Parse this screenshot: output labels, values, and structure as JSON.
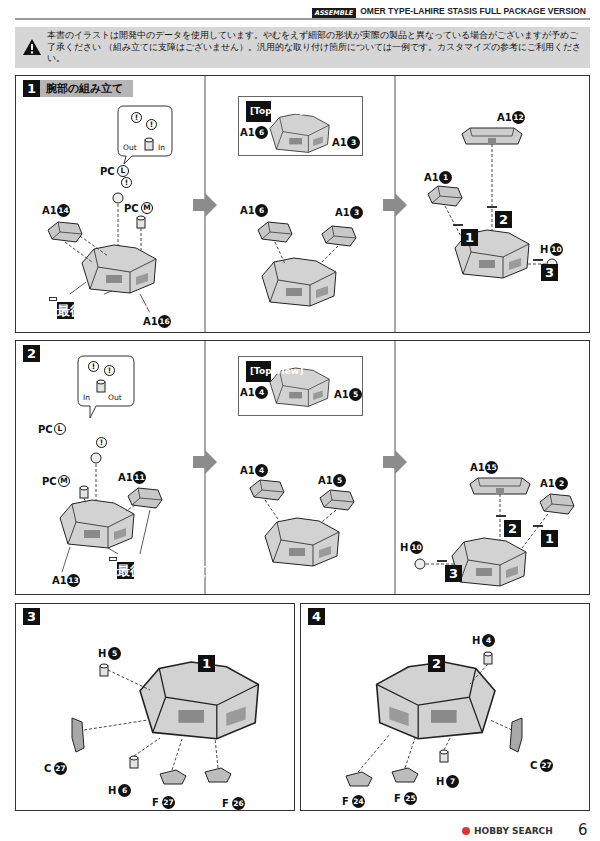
{
  "diagram": {
    "title": "OMER TYPE-LAHIRE STASIS FULL PACKAGE VERSION",
    "nodes": [
      {
        "text": [
          "ASSEMBLE"
        ]
      },
      {
        "text": [
          "本書のイラストは開発中のデータを使用しています。やむをえず細部の形状が実際の製品と異なっている場合がございますが予めご了承ください （組み立てに支障はございません）。汎用的な取り付け箇所については一例です。カスタマイズの参考にご利用ください。"
        ]
      },
      {
        "text": [
          "1",
          "腕部の組み立て"
        ]
      },
      {
        "text": [
          "最後に組み立てる"
        ],
        "in": 2
      },
      {
        "text": [
          "[Top View]"
        ],
        "in": 2
      },
      {
        "text": [
          "2"
        ],
        "in": 2
      },
      {
        "text": [
          "1"
        ],
        "in": 2
      },
      {
        "text": [
          "3"
        ],
        "in": 2
      },
      {
        "text": [
          "2"
        ]
      },
      {
        "text": [
          "[Top View]"
        ],
        "in": 8
      },
      {
        "text": [
          "最後に組み立てる"
        ],
        "in": 8
      },
      {
        "text": [
          "2"
        ],
        "in": 8
      },
      {
        "text": [
          "1"
        ],
        "in": 8
      },
      {
        "text": [
          "3"
        ],
        "in": 8
      },
      {
        "text": [
          "3"
        ]
      },
      {
        "text": [
          "1"
        ],
        "in": 14
      },
      {
        "text": [
          "4"
        ]
      },
      {
        "text": [
          "2"
        ],
        "in": 16
      }
    ],
    "labels": [
      "!",
      "!",
      "Out",
      "In",
      "PC",
      "L",
      "!",
      "PC",
      "M",
      "A1",
      "14",
      "A1",
      "16",
      "A1",
      "6",
      "A1",
      "3",
      "A1",
      "6",
      "A1",
      "3",
      "A1",
      "12",
      "A1",
      "1",
      "H",
      "10",
      "In",
      "Out",
      "!",
      "!",
      "PC",
      "L",
      "!",
      "PC",
      "M",
      "A1",
      "11",
      "A1",
      "13",
      "A1",
      "4",
      "A1",
      "5",
      "A1",
      "4",
      "A1",
      "5",
      "A1",
      "15",
      "A1",
      "2",
      "H",
      "10",
      "H",
      "5",
      "C",
      "27",
      "H",
      "6",
      "F",
      "27",
      "F",
      "26",
      "H",
      "4",
      "C",
      "27",
      "F",
      "24",
      "F",
      "25",
      "H",
      "7",
      "HOBBY SEARCH",
      "6"
    ]
  }
}
